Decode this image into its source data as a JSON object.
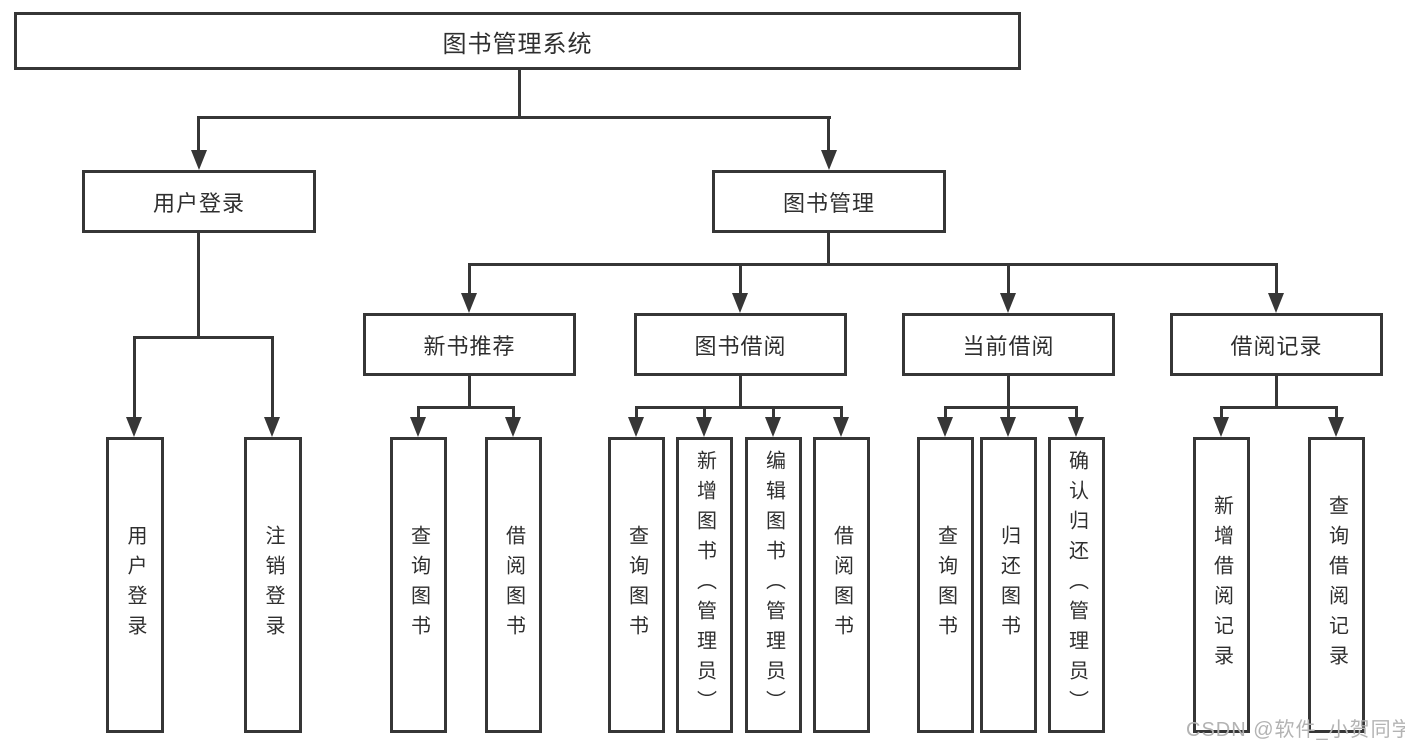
{
  "diagram": {
    "type": "hierarchy-tree",
    "root": "图书管理系统",
    "level2": [
      "用户登录",
      "图书管理"
    ],
    "level3": [
      "新书推荐",
      "图书借阅",
      "当前借阅",
      "借阅记录"
    ],
    "leaves": {
      "user": [
        "用户登录",
        "注销登录"
      ],
      "recommend": [
        "查询图书",
        "借阅图书"
      ],
      "borrow": [
        "查询图书",
        "新增图书（管理员）",
        "编辑图书（管理员）",
        "借阅图书"
      ],
      "current": [
        "查询图书",
        "归还图书",
        "确认归还（管理员）"
      ],
      "record": [
        "新增借阅记录",
        "查询借阅记录"
      ]
    },
    "watermark": "CSDN @软件_小贺同学",
    "colors": {
      "line": "#363636",
      "box_border": "#363636",
      "text": "#2f2f2f",
      "watermark": "#b3b3b3",
      "background": "#ffffff"
    }
  }
}
